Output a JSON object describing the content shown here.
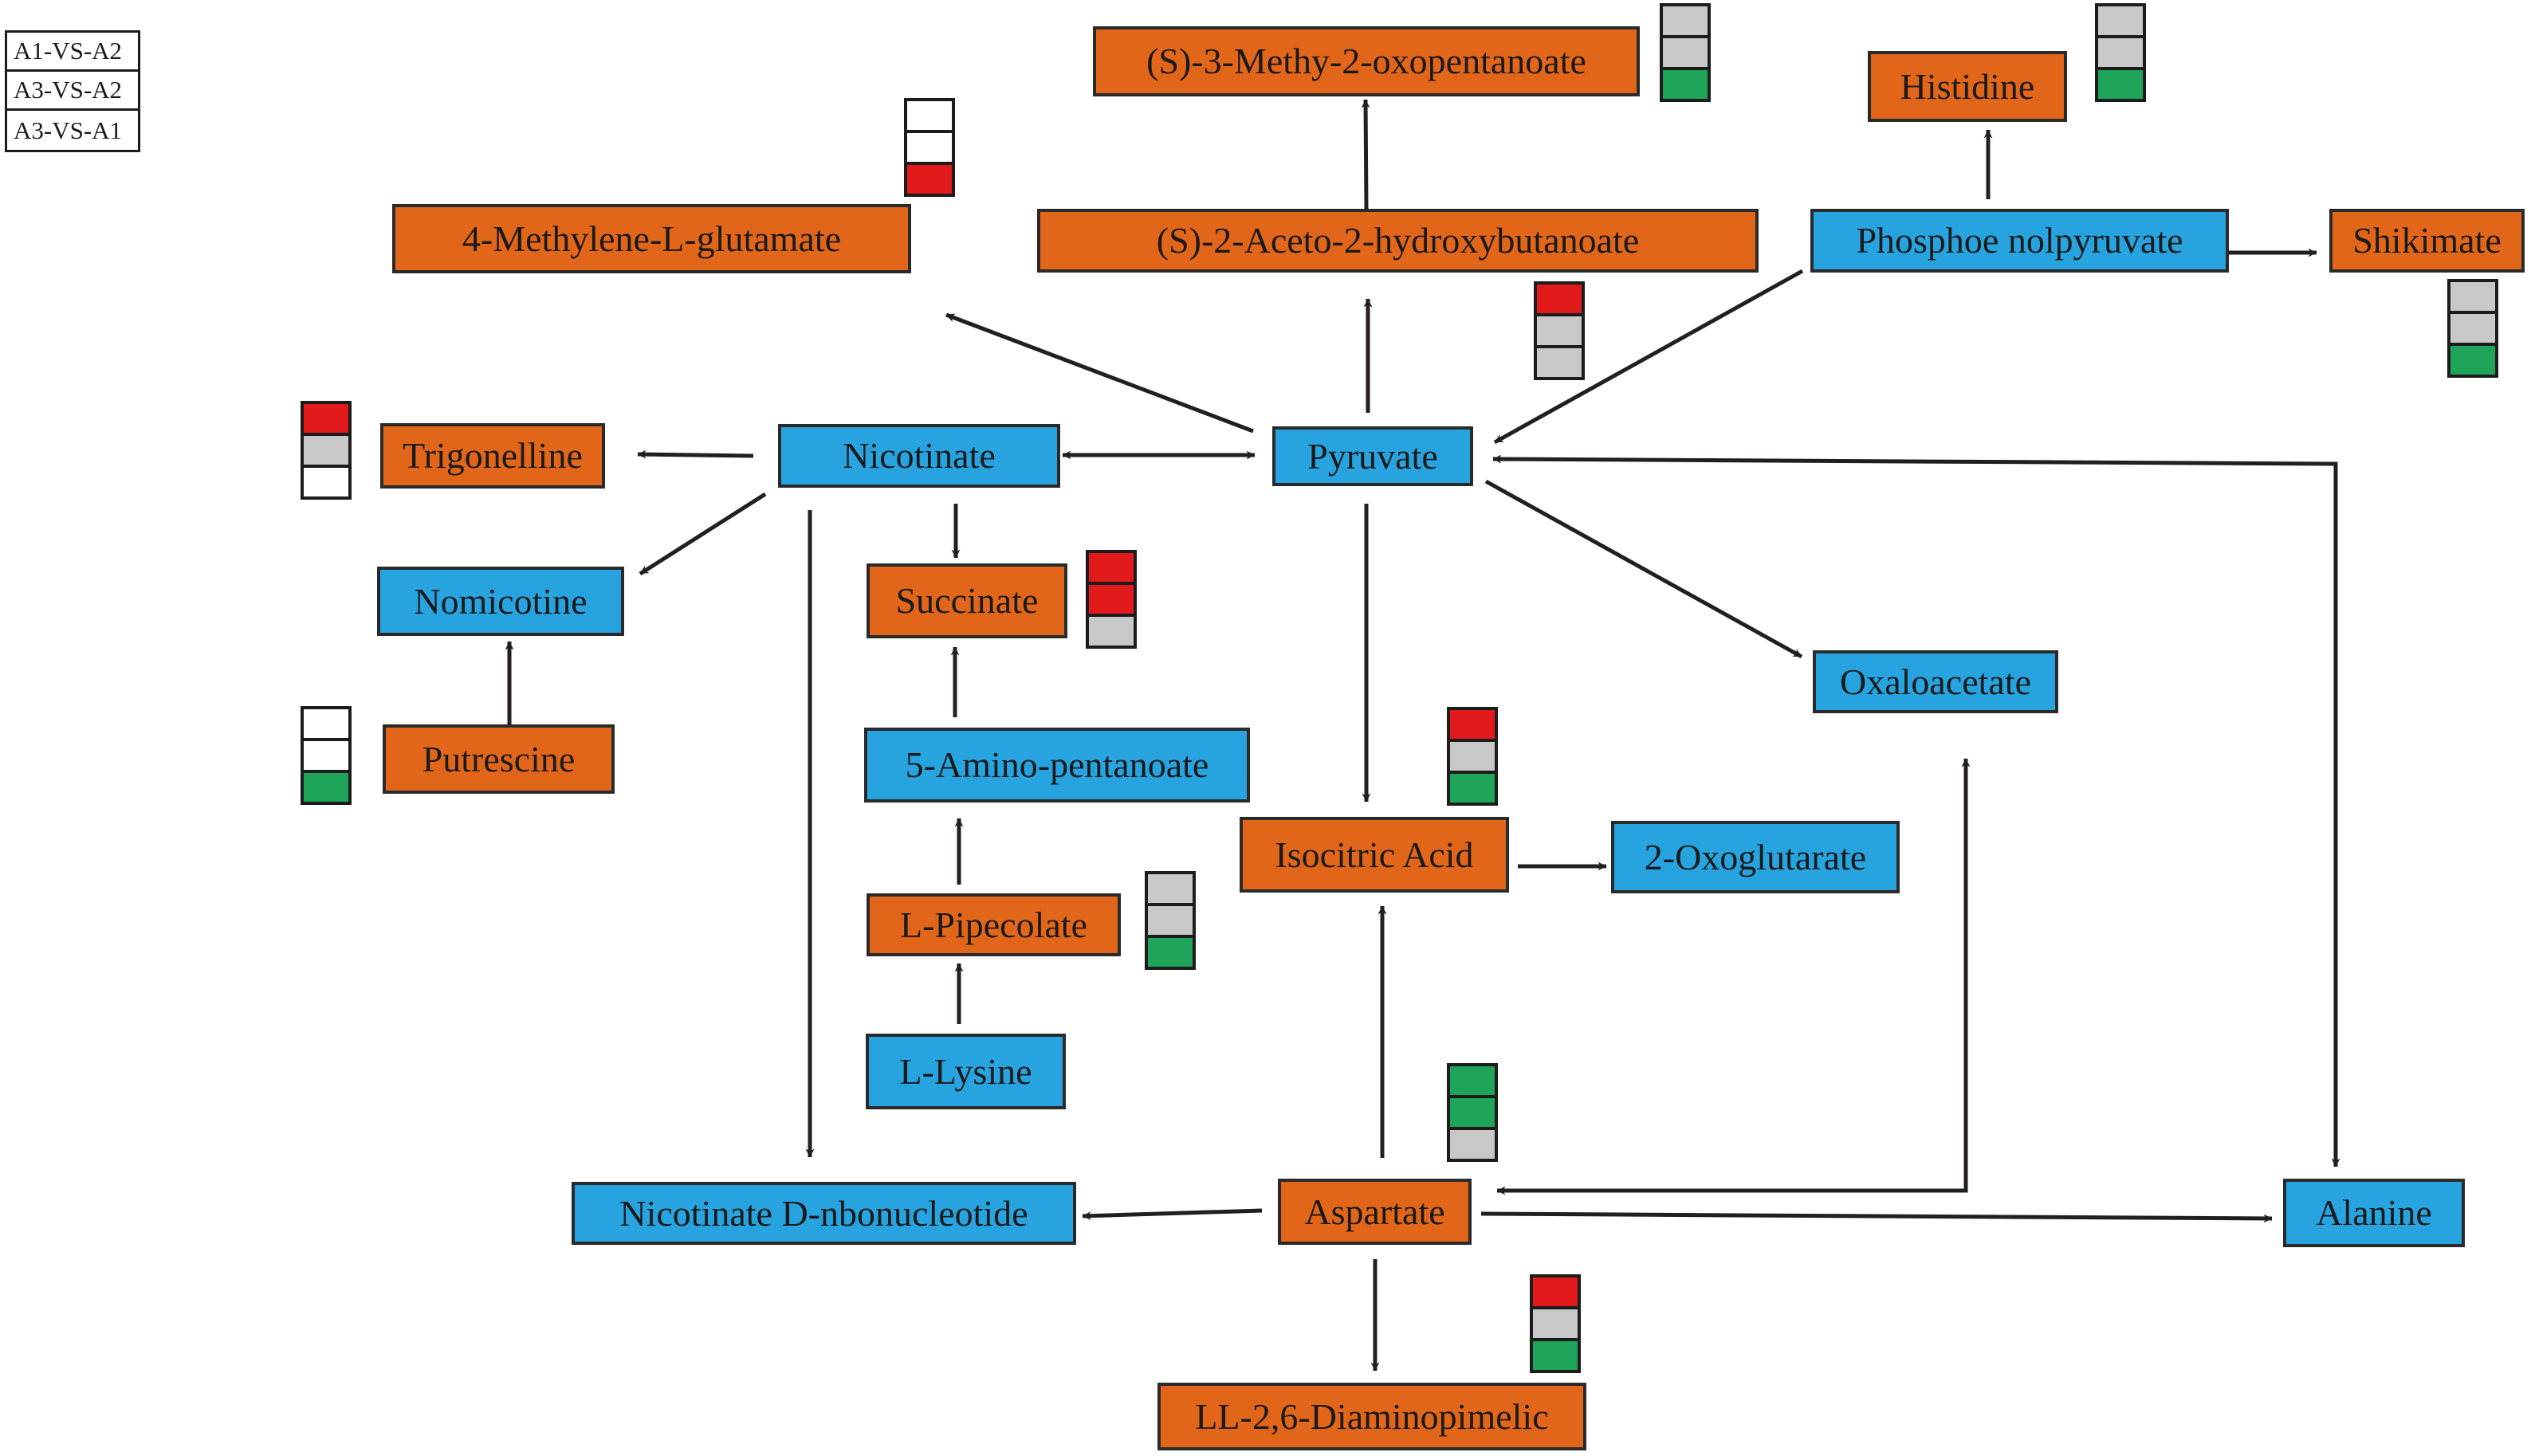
{
  "legend": [
    "A1-VS-A2",
    "A3-VS-A2",
    "A3-VS-A1"
  ],
  "colors": {
    "orange_node": "#e2661a",
    "blue_node": "#27a4e0",
    "up_red": "#e31a1c",
    "neutral_gray": "#c8c8c8",
    "down_green": "#1fa55a",
    "none_white": "#ffffff",
    "arrow": "#231f20"
  },
  "nodes": [
    {
      "id": "methy_oxopentanoate",
      "label": "(S)-3-Methy-2-oxopentanoate",
      "color": "orange"
    },
    {
      "id": "histidine",
      "label": "Histidine",
      "color": "orange"
    },
    {
      "id": "methylene_glutamate",
      "label": "4-Methylene-L-glutamate",
      "color": "orange"
    },
    {
      "id": "aceto_hydroxybutanoate",
      "label": "(S)-2-Aceto-2-hydroxybutanoate",
      "color": "orange"
    },
    {
      "id": "phosphoenolpyruvate",
      "label": "Phosphoe nolpyruvate",
      "color": "blue"
    },
    {
      "id": "shikimate",
      "label": "Shikimate",
      "color": "orange"
    },
    {
      "id": "trigonelline",
      "label": "Trigonelline",
      "color": "orange"
    },
    {
      "id": "nicotinate",
      "label": "Nicotinate",
      "color": "blue"
    },
    {
      "id": "pyruvate",
      "label": "Pyruvate",
      "color": "blue"
    },
    {
      "id": "nomicotine",
      "label": "Nomicotine",
      "color": "blue"
    },
    {
      "id": "succinate",
      "label": "Succinate",
      "color": "orange"
    },
    {
      "id": "oxaloacetate",
      "label": "Oxaloacetate",
      "color": "blue"
    },
    {
      "id": "putrescine",
      "label": "Putrescine",
      "color": "orange"
    },
    {
      "id": "aminopentanoate",
      "label": "5-Amino-pentanoate",
      "color": "blue"
    },
    {
      "id": "isocitric",
      "label": "Isocitric Acid",
      "color": "orange"
    },
    {
      "id": "oxoglutarate",
      "label": "2-Oxoglutarate",
      "color": "blue"
    },
    {
      "id": "pipecolate",
      "label": "L-Pipecolate",
      "color": "orange"
    },
    {
      "id": "lysine",
      "label": "L-Lysine",
      "color": "blue"
    },
    {
      "id": "nicotinate_ribonucleotide",
      "label": "Nicotinate D-nbonucleotide",
      "color": "blue"
    },
    {
      "id": "aspartate",
      "label": "Aspartate",
      "color": "orange"
    },
    {
      "id": "alanine",
      "label": "Alanine",
      "color": "blue"
    },
    {
      "id": "diaminopimelic",
      "label": "LL-2,6-Diaminopimelic",
      "color": "orange"
    }
  ],
  "indicators": [
    {
      "node": "methy_oxopentanoate",
      "cells": [
        "gray",
        "gray",
        "green"
      ]
    },
    {
      "node": "histidine",
      "cells": [
        "gray",
        "gray",
        "green"
      ]
    },
    {
      "node": "methylene_glutamate",
      "cells": [
        "white",
        "white",
        "red"
      ]
    },
    {
      "node": "aceto_hydroxybutanoate",
      "cells": [
        "red",
        "gray",
        "gray"
      ]
    },
    {
      "node": "shikimate",
      "cells": [
        "gray",
        "gray",
        "green"
      ]
    },
    {
      "node": "trigonelline",
      "cells": [
        "red",
        "gray",
        "white"
      ]
    },
    {
      "node": "succinate",
      "cells": [
        "red",
        "red",
        "gray"
      ]
    },
    {
      "node": "putrescine",
      "cells": [
        "white",
        "white",
        "green"
      ]
    },
    {
      "node": "isocitric",
      "cells": [
        "red",
        "gray",
        "green"
      ]
    },
    {
      "node": "pipecolate",
      "cells": [
        "gray",
        "gray",
        "green"
      ]
    },
    {
      "node": "aspartate",
      "cells": [
        "green",
        "green",
        "gray"
      ]
    },
    {
      "node": "diaminopimelic",
      "cells": [
        "red",
        "gray",
        "green"
      ]
    }
  ],
  "edges": [
    {
      "from": "aceto_hydroxybutanoate",
      "to": "methy_oxopentanoate"
    },
    {
      "from": "phosphoenolpyruvate",
      "to": "histidine"
    },
    {
      "from": "phosphoenolpyruvate",
      "to": "shikimate"
    },
    {
      "from": "phosphoenolpyruvate",
      "to": "pyruvate"
    },
    {
      "from": "pyruvate",
      "to": "methylene_glutamate"
    },
    {
      "from": "pyruvate",
      "to": "aceto_hydroxybutanoate"
    },
    {
      "from": "pyruvate",
      "to": "nicotinate",
      "bidirectional": true
    },
    {
      "from": "pyruvate",
      "to": "oxaloacetate"
    },
    {
      "from": "pyruvate",
      "to": "isocitric"
    },
    {
      "from": "pyruvate",
      "to": "alanine",
      "bidirectional": true
    },
    {
      "from": "nicotinate",
      "to": "trigonelline"
    },
    {
      "from": "nicotinate",
      "to": "nomicotine"
    },
    {
      "from": "nicotinate",
      "to": "succinate"
    },
    {
      "from": "nicotinate",
      "to": "nicotinate_ribonucleotide"
    },
    {
      "from": "putrescine",
      "to": "nomicotine"
    },
    {
      "from": "aminopentanoate",
      "to": "succinate"
    },
    {
      "from": "pipecolate",
      "to": "aminopentanoate"
    },
    {
      "from": "lysine",
      "to": "pipecolate"
    },
    {
      "from": "isocitric",
      "to": "oxoglutarate"
    },
    {
      "from": "aspartate",
      "to": "isocitric"
    },
    {
      "from": "aspartate",
      "to": "nicotinate_ribonucleotide"
    },
    {
      "from": "aspartate",
      "to": "alanine"
    },
    {
      "from": "aspartate",
      "to": "diaminopimelic"
    },
    {
      "from": "aspartate",
      "to": "oxaloacetate",
      "bidirectional": true
    }
  ]
}
